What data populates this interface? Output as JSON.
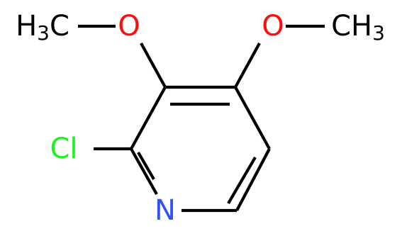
{
  "molecule": {
    "atoms": {
      "oxygen_left": "O",
      "oxygen_right": "O",
      "nitrogen": "N",
      "chlorine": "Cl",
      "methyl_left": {
        "main": "H",
        "sub": "3",
        "tail": "C"
      },
      "methyl_right": {
        "main": "CH",
        "sub": "3"
      }
    }
  },
  "colors": {
    "oxygen": "#ff0d0d",
    "nitrogen": "#3050f8",
    "chlorine": "#1ff01f",
    "carbon": "#000000",
    "bond": "#000000"
  }
}
